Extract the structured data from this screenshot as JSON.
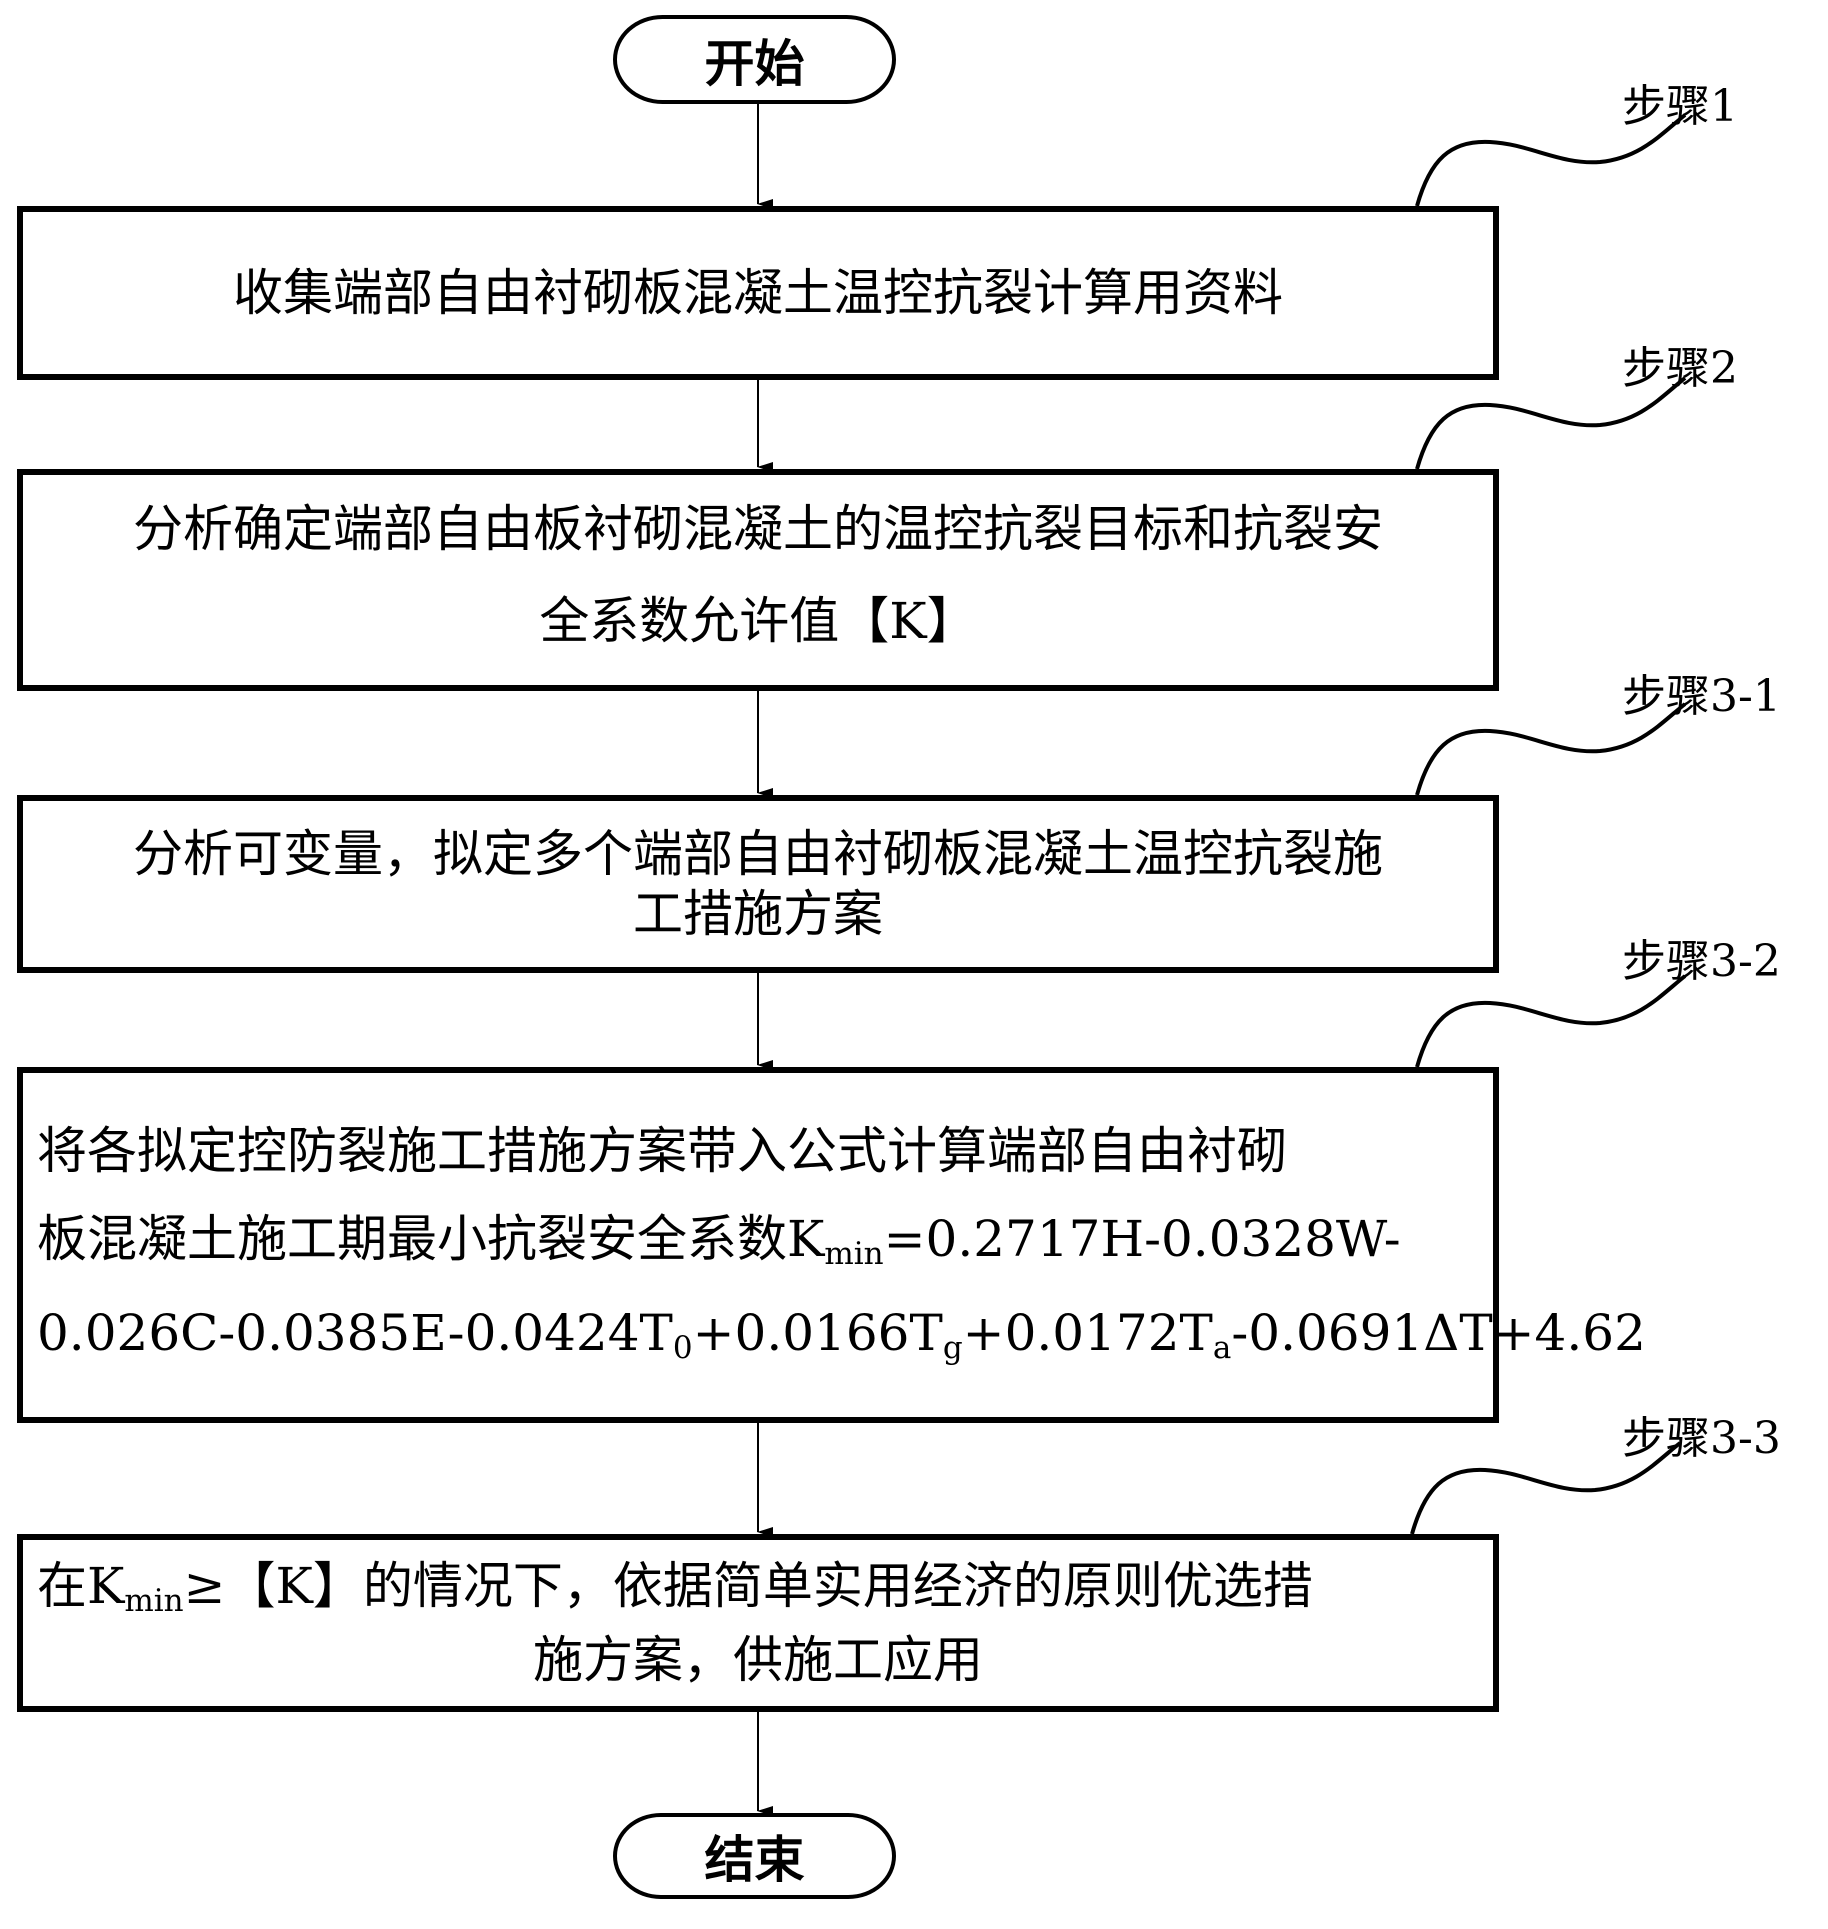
{
  "flowchart": {
    "start_label": "开始",
    "end_label": "结束",
    "steps": [
      {
        "tag": "步骤1",
        "lines": [
          "收集端部自由衬砌板混凝土温控抗裂计算用资料"
        ]
      },
      {
        "tag": "步骤2",
        "lines": [
          "分析确定端部自由板衬砌混凝土的温控抗裂目标和抗裂安",
          "全系数允许值【K】"
        ]
      },
      {
        "tag": "步骤3-1",
        "lines": [
          "分析可变量，拟定多个端部自由衬砌板混凝土温控抗裂施",
          "工措施方案"
        ]
      },
      {
        "tag": "步骤3-2",
        "line1": "将各拟定控防裂施工措施方案带入公式计算端部自由衬砌",
        "line2_prefix": "板混凝土施工期最小抗裂安全系数K",
        "line2_sub": "min",
        "line2_suffix": "=0.2717H-0.0328W-",
        "line3_parts": [
          {
            "t": "0.026C-0.0385E-0.0424T"
          },
          {
            "sub": "0"
          },
          {
            "t": "+0.0166T"
          },
          {
            "sub": "g"
          },
          {
            "t": "+0.0172T"
          },
          {
            "sub": "a"
          },
          {
            "t": "-0.0691ΔT+4.62"
          }
        ]
      },
      {
        "tag": "步骤3-3",
        "line1_prefix": "在K",
        "line1_sub": "min",
        "line1_suffix": "≥【K】的情况下，依据简单实用经济的原则优选措",
        "line2": "施方案，供施工应用"
      }
    ]
  }
}
